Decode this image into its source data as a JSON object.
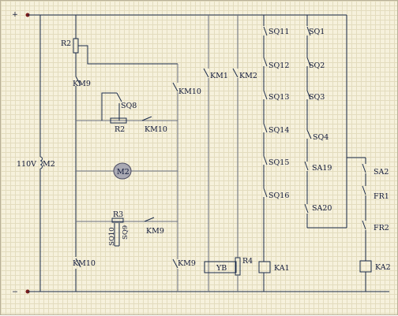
{
  "rails": {
    "positive": "+",
    "negative": "−"
  },
  "source": {
    "voltage": "110V",
    "name": "M2"
  },
  "motor": {
    "label": "M2"
  },
  "resistors": {
    "r2_top": "R2",
    "r2_mid": "R2",
    "r3": "R3",
    "r4": "R4"
  },
  "contacts": {
    "km9_a": "KM9",
    "km9_b": "KM9",
    "km9_c": "KM9",
    "km10_a": "KM10",
    "km10_b": "KM10",
    "km10_c": "KM10",
    "km1": "KM1",
    "km2": "KM2"
  },
  "limit_switches": {
    "sq8": "SQ8",
    "sq9": "SQ9",
    "sq10": "SQ10",
    "sq11": "SQ11",
    "sq12": "SQ12",
    "sq13": "SQ13",
    "sq14": "SQ14",
    "sq15": "SQ15",
    "sq16": "SQ16",
    "sq1": "SQ1",
    "sq2": "SQ2",
    "sq3": "SQ3",
    "sq4": "SQ4"
  },
  "selector_switches": {
    "sa19": "SA19",
    "sa20": "SA20",
    "sa2": "SA2"
  },
  "relay_contacts": {
    "fr1": "FR1",
    "fr2": "FR2"
  },
  "coils": {
    "yb": "YB",
    "ka1": "KA1",
    "ka2": "KA2"
  }
}
